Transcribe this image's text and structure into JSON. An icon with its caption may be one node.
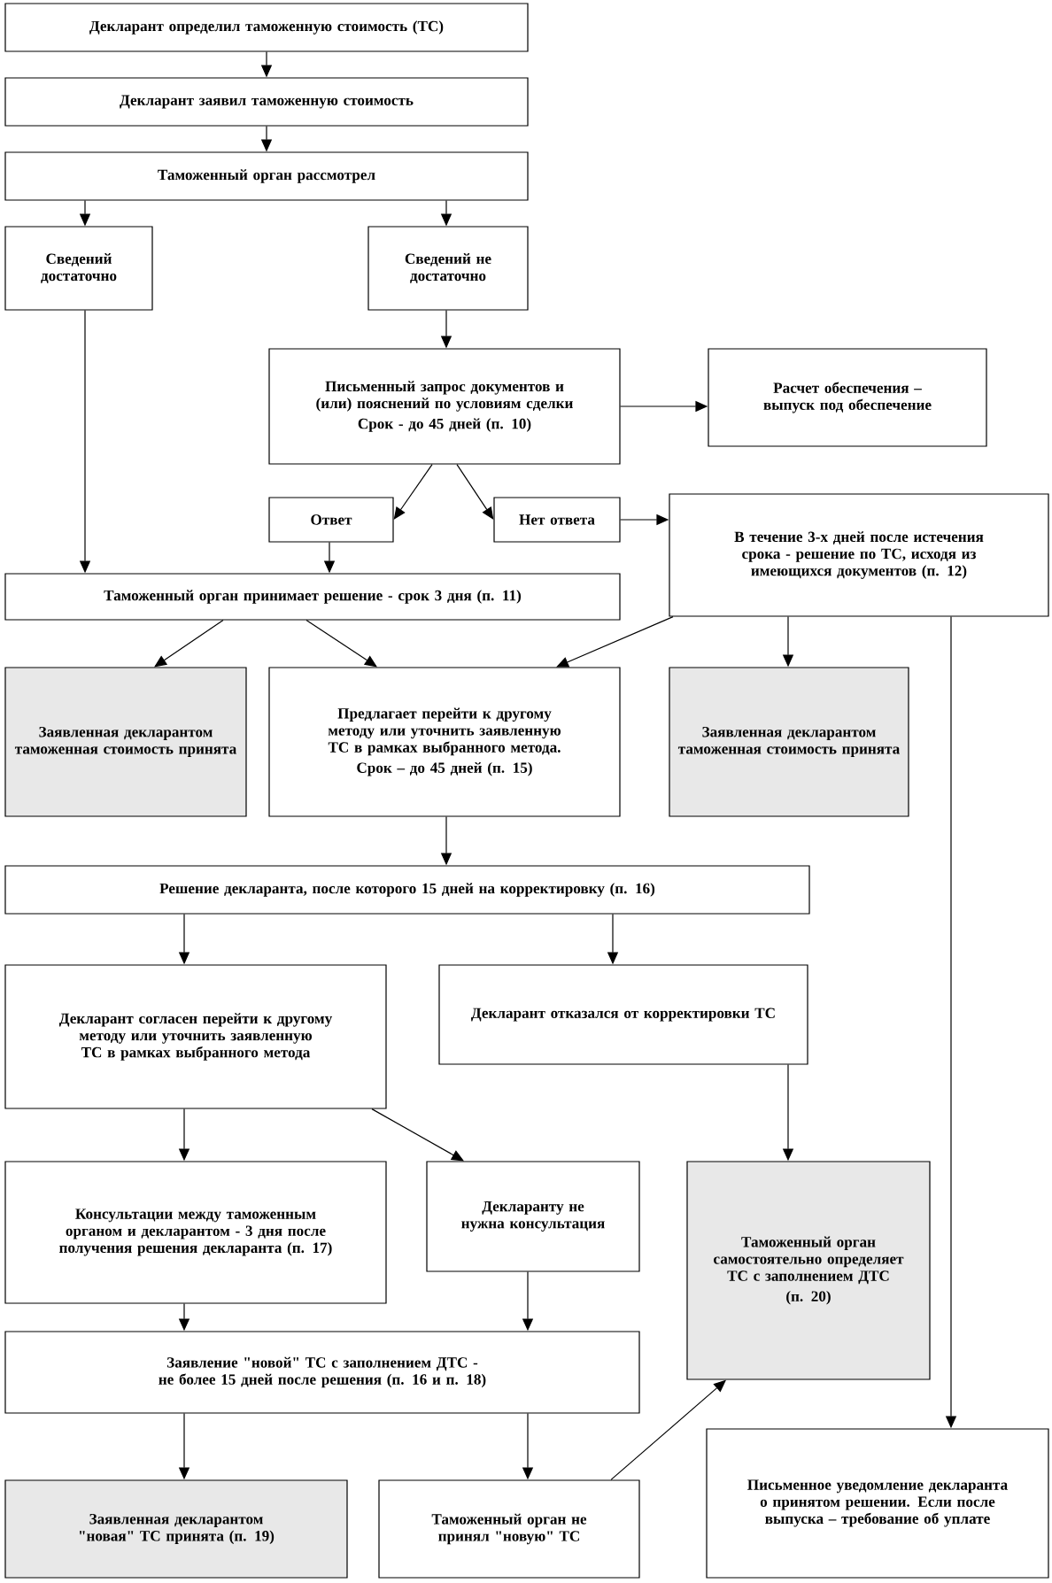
{
  "diagram": {
    "nodes": [
      {
        "text": [
          "Декларант определил таможенную стоимость (ТС)"
        ]
      },
      {
        "text": [
          "Декларант заявил таможенную стоимость"
        ]
      },
      {
        "text": [
          "Таможенный орган рассмотрел"
        ]
      },
      {
        "text": [
          "Сведений достаточно"
        ]
      },
      {
        "text": [
          "Сведений не достаточно"
        ]
      },
      {
        "text": [
          "Письменный запрос документов и (или) пояснений по условиям сделки",
          "Срок - до 45 дней (п. 10)"
        ]
      },
      {
        "text": [
          "Расчет обеспечения – выпуск под обеспечение"
        ]
      },
      {
        "text": [
          "Ответ"
        ]
      },
      {
        "text": [
          "Нет ответа"
        ]
      },
      {
        "text": [
          "В течение 3-х дней после истечения срока - решение по ТС, исходя из имеющихся документов (п. 12)"
        ]
      },
      {
        "text": [
          "Таможенный орган принимает решение - срок 3 дня (п. 11)"
        ]
      },
      {
        "text": [
          "Заявленная декларантом таможенная стоимость принята"
        ]
      },
      {
        "text": [
          "Предлагает перейти к другому методу или уточнить заявленную ТС в рамках выбранного метода.",
          "Срок – до 45 дней (п. 15)"
        ]
      },
      {
        "text": [
          "Заявленная декларантом таможенная стоимость принята"
        ]
      },
      {
        "text": [
          "Решение декларанта, после которого 15 дней на корректировку (п. 16)"
        ]
      },
      {
        "text": [
          "Декларант согласен перейти к другому методу или уточнить заявленную ТС в рамках выбранного метода"
        ]
      },
      {
        "text": [
          "Декларант отказался от корректировки ТС"
        ]
      },
      {
        "text": [
          "Консультации между таможенным органом и декларантом - 3 дня после получения решения декларанта (п. 17)"
        ]
      },
      {
        "text": [
          "Декларанту не нужна консультация"
        ]
      },
      {
        "text": [
          "Таможенный орган самостоятельно определяет ТС с заполнением ДТС",
          "(п. 20)"
        ]
      },
      {
        "text": [
          "Заявление \"новой\" ТС с заполнением ДТС - не более 15 дней после решения (п. 16 и п. 18)"
        ]
      },
      {
        "text": [
          "Заявленная декларантом \"новая\" ТС принята (п. 19)"
        ]
      },
      {
        "text": [
          "Таможенный орган не принял \"новую\" ТС"
        ]
      },
      {
        "text": [
          "Письменное уведомление декларанта о принятом решении. Если после выпуска – требование об уплате"
        ]
      }
    ],
    "edges": [
      {
        "from": 0,
        "to": 1,
        "arrow": "to"
      },
      {
        "from": 1,
        "to": 2,
        "arrow": "to"
      },
      {
        "from": 2,
        "to": 3,
        "arrow": "to"
      },
      {
        "from": 2,
        "to": 4,
        "arrow": "to"
      },
      {
        "from": 3,
        "to": 10,
        "arrow": "to"
      },
      {
        "from": 4,
        "to": 5,
        "arrow": "to"
      },
      {
        "from": 5,
        "to": 6,
        "arrow": "to"
      },
      {
        "from": 5,
        "to": 7,
        "arrow": "to"
      },
      {
        "from": 5,
        "to": 8,
        "arrow": "to"
      },
      {
        "from": 8,
        "to": 9,
        "arrow": "to"
      },
      {
        "from": 7,
        "to": 10,
        "arrow": "to"
      },
      {
        "from": 10,
        "to": 11,
        "arrow": "to"
      },
      {
        "from": 10,
        "to": 12,
        "arrow": "to"
      },
      {
        "from": 9,
        "to": 12,
        "arrow": "to"
      },
      {
        "from": 9,
        "to": 13,
        "arrow": "to"
      },
      {
        "from": 9,
        "to": 23,
        "arrow": "to"
      },
      {
        "from": 12,
        "to": 14,
        "arrow": "to"
      },
      {
        "from": 14,
        "to": 15,
        "arrow": "to"
      },
      {
        "from": 14,
        "to": 16,
        "arrow": "to"
      },
      {
        "from": 15,
        "to": 17,
        "arrow": "to"
      },
      {
        "from": 15,
        "to": 18,
        "arrow": "to"
      },
      {
        "from": 16,
        "to": 19,
        "arrow": "to"
      },
      {
        "from": 17,
        "to": 20,
        "arrow": "to"
      },
      {
        "from": 18,
        "to": 20,
        "arrow": "to"
      },
      {
        "from": 20,
        "to": 21,
        "arrow": "to"
      },
      {
        "from": 20,
        "to": 22,
        "arrow": "to"
      },
      {
        "from": 22,
        "to": 19,
        "arrow": "to"
      }
    ]
  }
}
